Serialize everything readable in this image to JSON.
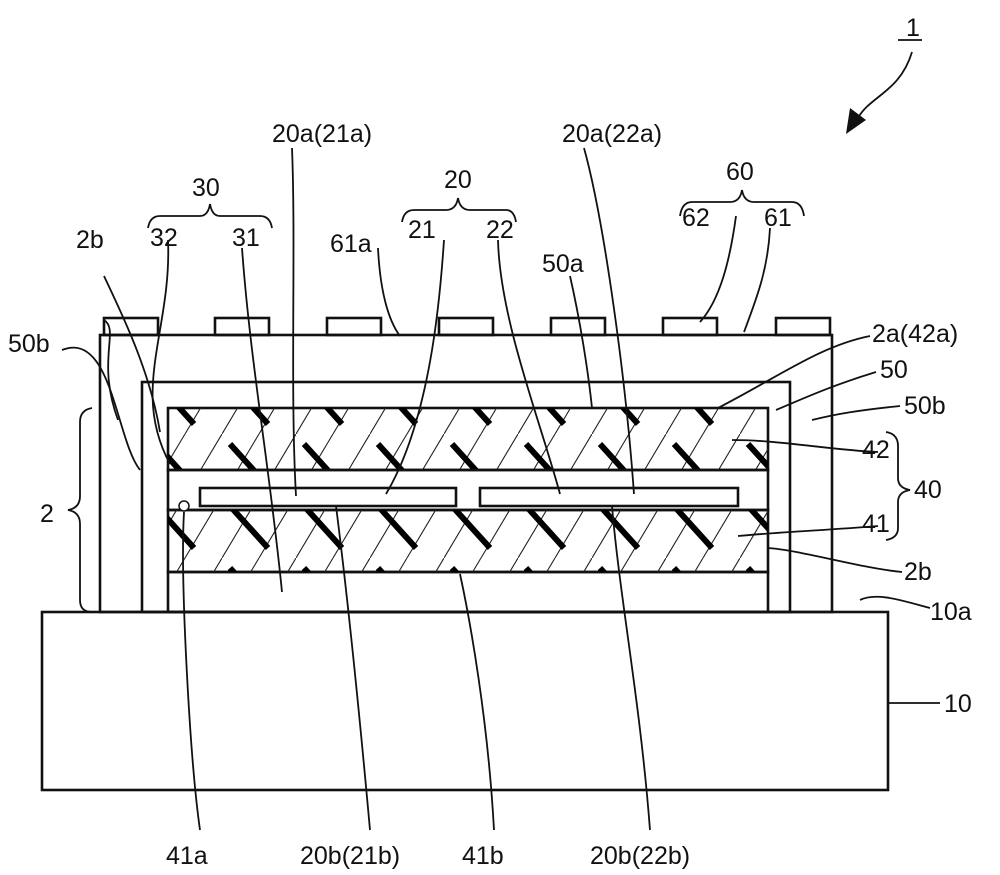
{
  "figure": {
    "reference_number": "1",
    "labels": {
      "l30": "30",
      "l32": "32",
      "l31": "31",
      "l20": "20",
      "l21": "21",
      "l22": "22",
      "l60": "60",
      "l62": "62",
      "l61": "61",
      "l20a21a": "20a(21a)",
      "l20a22a": "20a(22a)",
      "l61a": "61a",
      "l50a": "50a",
      "l2b_top": "2b",
      "l50b_left": "50b",
      "l2a42a": "2a(42a)",
      "l50": "50",
      "l50b_right": "50b",
      "l42": "42",
      "l40": "40",
      "l41": "41",
      "l2": "2",
      "l2b_right": "2b",
      "l10a": "10a",
      "l10": "10",
      "l41a": "41a",
      "l20b21b": "20b(21b)",
      "l41b": "41b",
      "l20b22b": "20b(22b)"
    }
  }
}
